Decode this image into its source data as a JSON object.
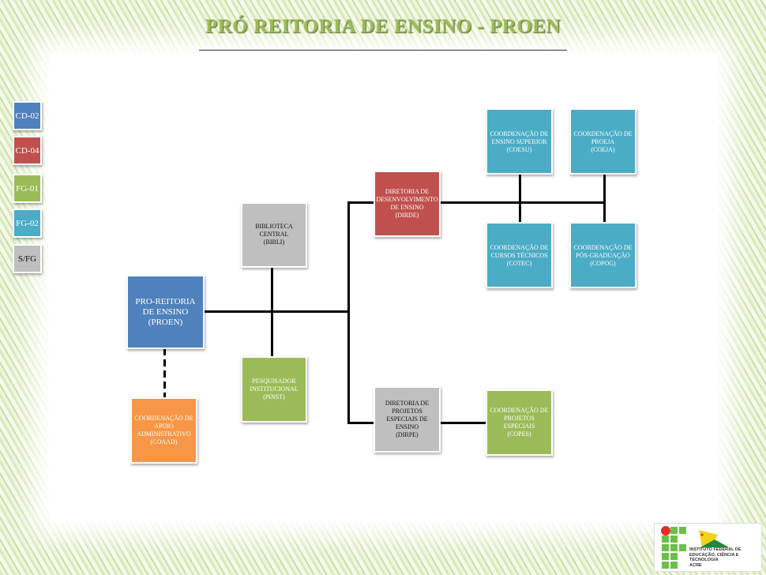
{
  "title": "PRÓ REITORIA DE ENSINO - PROEN",
  "legend": [
    {
      "label": "CD-02",
      "color": "#4f81bd"
    },
    {
      "label": "CD-04",
      "color": "#c0504d"
    },
    {
      "label": "FG-01",
      "color": "#9bbb59"
    },
    {
      "label": "FG-02",
      "color": "#4bacc6"
    },
    {
      "label": "S/FG",
      "color": "#bfbfbf"
    }
  ],
  "nodes": {
    "proen": "PRO-REITORIA\nDE ENSINO\n(PROEN)",
    "coaad": "COORDENAÇÃO DE\nAPOIO\nADMINISTRATIVO\n(COAAD)",
    "bibli": "BIBLIOTECA\nCENTRAL\n(BIBLI)",
    "pinst": "PESQUISADOR\nINSTITUCIONAL\n(PINST)",
    "dirde": "DIRETORIA DE\nDESENVOLVIMENTO\nDE ENSINO\n(DIRDE)",
    "coesu": "COORDENAÇÃO DE\nENSINO SUPERIOR\n(COESU)",
    "coeja": "COORDENAÇÃO DE\nPROEJA\n(COEJA)",
    "cotec": "COORDENAÇÃO DE\nCURSOS TÉCNICOS\n(COTEC)",
    "copog": "COORDENAÇÃO DE\nPÓS-GRADUAÇÃO\n(COPOG)",
    "dirpe": "DIRETORIA DE\nPROJETOS\nESPECIAIS DE\nENSINO\n(DIRPE)",
    "copes": "COORDENAÇÃO DE\nPROJETOS\nESPECIAIS\n(COPES)"
  },
  "logo": {
    "text": "INSTITUTO FEDERAL DE\nEDUCAÇÃO, CIÊNCIA E TECNOLOGIA\nACRE"
  }
}
